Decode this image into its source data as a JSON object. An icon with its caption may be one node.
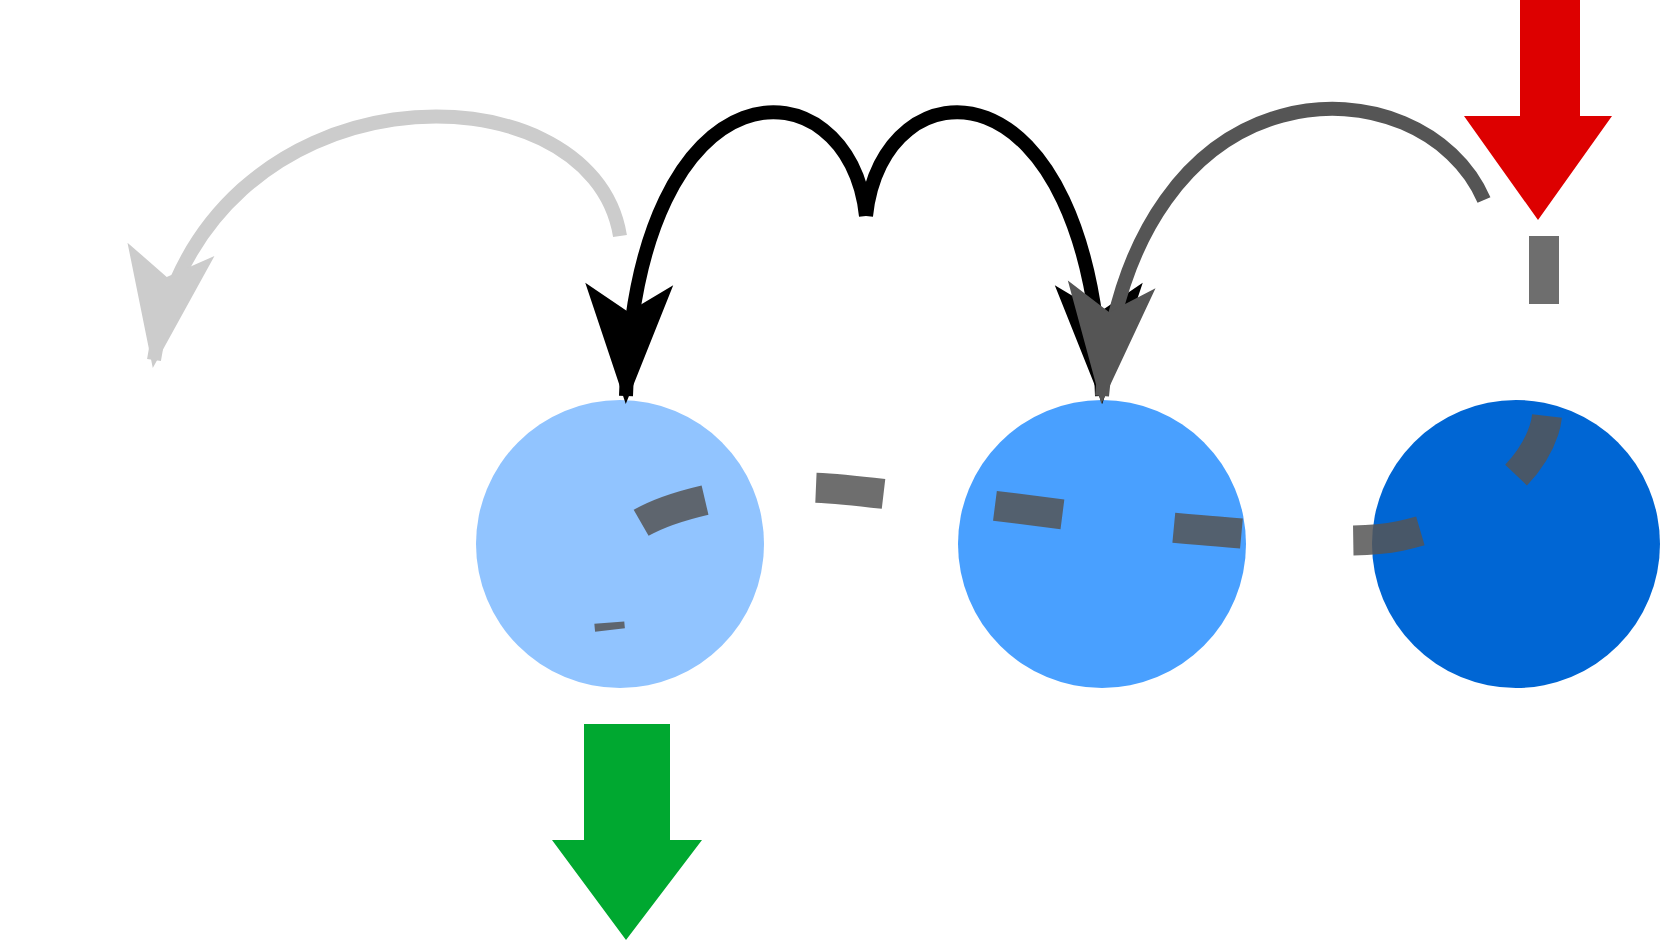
{
  "diagram": {
    "nodes": [
      {
        "text": [],
        "shape": "circle"
      },
      {
        "text": [],
        "shape": "circle"
      },
      {
        "text": [],
        "shape": "circle"
      }
    ],
    "edges": [
      {
        "from": null,
        "to": 0,
        "arrow": "to"
      },
      {
        "from": null,
        "to": 1,
        "arrow": "to"
      },
      {
        "from": null,
        "to": 1,
        "arrow": "to",
        "color": "#555555"
      }
    ]
  }
}
